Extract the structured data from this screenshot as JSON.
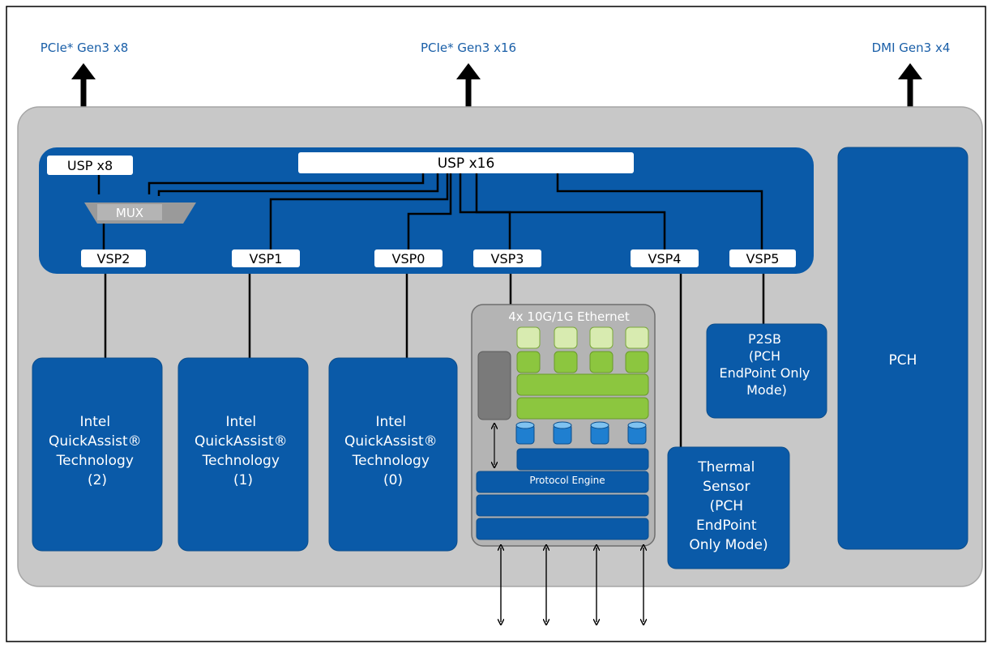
{
  "diagram": {
    "top_labels": {
      "pcie_x8": "PCIe* Gen3 x8",
      "pcie_x16": "PCIe* Gen3 x16",
      "dmi": "DMI Gen3 x4"
    },
    "switch": {
      "usp_x8": "USP x8",
      "usp_x16": "USP x16",
      "mux": "MUX",
      "vsp2": "VSP2",
      "vsp1": "VSP1",
      "vsp0": "VSP0",
      "vsp3": "VSP3",
      "vsp4": "VSP4",
      "vsp5": "VSP5"
    },
    "qat2": [
      "Intel",
      "QuickAssist®",
      "Technology",
      "(2)"
    ],
    "qat1": [
      "Intel",
      "QuickAssist®",
      "Technology",
      "(1)"
    ],
    "qat0": [
      "Intel",
      "QuickAssist®",
      "Technology",
      "(0)"
    ],
    "ethernet": {
      "title": "4x 10G/1G Ethernet",
      "protocol_engine": "Protocol  Engine"
    },
    "p2sb": [
      "P2SB",
      "(PCH",
      "EndPoint Only",
      "Mode)"
    ],
    "thermal": [
      "Thermal",
      "Sensor",
      "(PCH",
      "EndPoint",
      "Only Mode)"
    ],
    "pch": "PCH"
  },
  "colors": {
    "blue": "#0a5aa8",
    "border_blue": "#0a4d8c",
    "gray_panel": "#c8c8c8",
    "lime": "#8cc63f",
    "pale_lime": "#d8ebb0",
    "label_blue": "#1a5fa8"
  }
}
